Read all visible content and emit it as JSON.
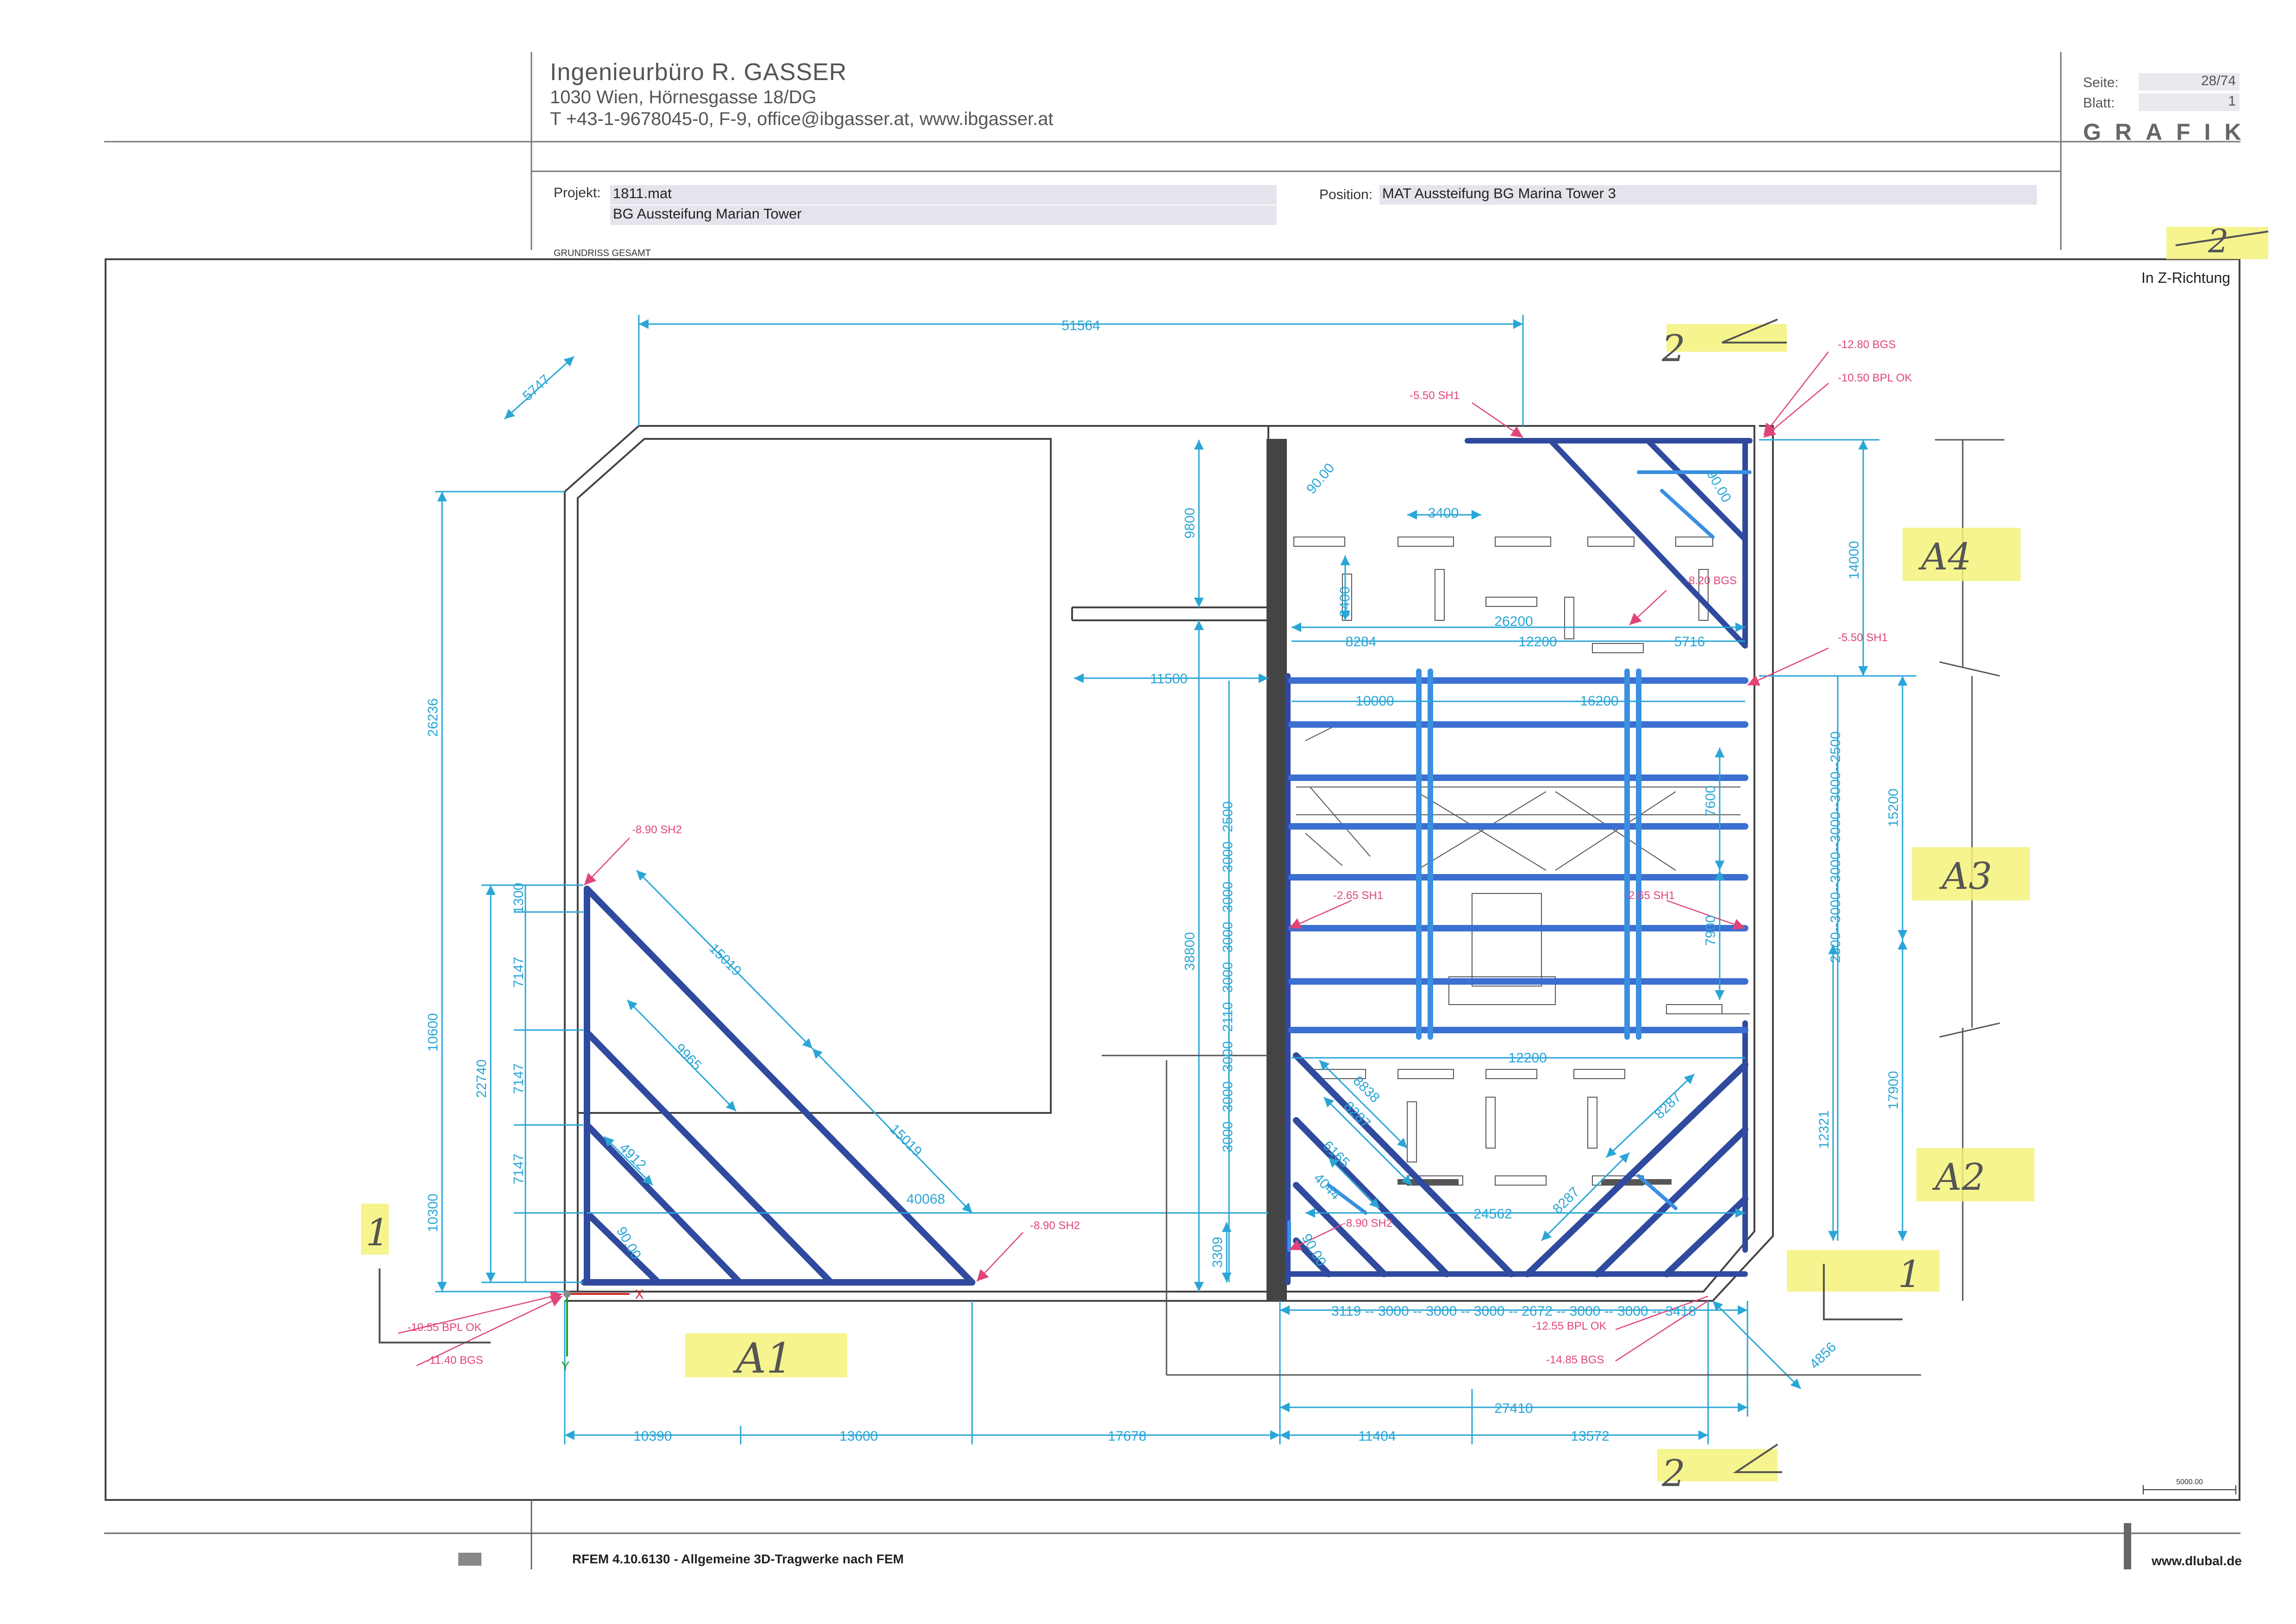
{
  "company": {
    "name": "Ingenieurbüro R. GASSER",
    "address": "1030 Wien, Hörnesgasse 18/DG",
    "contact": "T +43-1-9678045-0,  F-9,  office@ibgasser.at,  www.ibgasser.at"
  },
  "meta": {
    "seite_label": "Seite:",
    "seite_value": "28/74",
    "blatt_label": "Blatt:",
    "blatt_value": "1",
    "section": "GRAFIK"
  },
  "project": {
    "label": "Projekt:",
    "code": "1811.mat",
    "name": "BG Aussteifung Marian Tower",
    "position_label": "Position:",
    "position_value": "MAT Aussteifung BG Marina Tower 3"
  },
  "drawing": {
    "view_title": "GRUNDRISS GESAMT",
    "direction": "In Z-Richtung",
    "scale_label": "5000.00",
    "axis_x": "X",
    "axis_y": "Y",
    "dimensions": {
      "d51564": "51564",
      "d5747": "5747",
      "d26236": "26236",
      "d9800": "9800",
      "d3400a": "3400",
      "d3400b": "3400",
      "d26200": "26200",
      "d8284": "8284",
      "d12200a": "12200",
      "d5716": "5716",
      "d11500": "11500",
      "d10000": "10000",
      "d16200": "16200",
      "d14000": "14000",
      "d15200": "15200",
      "d17900": "17900",
      "d12321": "12321",
      "d38800": "38800",
      "d7600": "7600",
      "d7900": "7900",
      "d12200b": "12200",
      "d8838": "8838",
      "d8287a": "8287",
      "d8287b": "8287",
      "d8287c": "8287",
      "d6165": "6165",
      "d4044": "4044",
      "d24562": "24562",
      "d3309": "3309",
      "d1300": "1300",
      "d7147a": "7147",
      "d7147b": "7147",
      "d7147c": "7147",
      "d10600": "10600",
      "d22740": "22740",
      "d10300": "10300",
      "d15019a": "15019",
      "d15019b": "15019",
      "d9965": "9965",
      "d4912": "4912",
      "d40068": "40068",
      "d9000a": "90.00",
      "d9000b": "90.00",
      "d9000c": "90.00",
      "d9000d": "90.00",
      "d10390": "10390",
      "d13600": "13600",
      "d17678": "17678",
      "d11404": "11404",
      "d13572": "13572",
      "d27410": "27410",
      "d4856": "4856",
      "chainBottom": "3119 -- 3000 -- 3000 -- 3000 -- 2672 -- 3000 -- 3000 -- 3418",
      "chainLeft": "3000--3000--3000--2110--3000--3000--3000--3000--2500",
      "chainRight": "2500--3000--3000--3000--3000--2500"
    },
    "levels": {
      "l1": "-12.80 BGS",
      "l2": "-10.50 BPL OK",
      "l3": "-5.50 SH1",
      "l4": "-5.50 SH1",
      "l5": "-8.20 BGS",
      "l6": "-8.90 SH2",
      "l7": "-8.90 SH2",
      "l8": "-2.65 SH1",
      "l9": "-2.65 SH1",
      "l10": "-10.55 BPL OK",
      "l11": "-11.40 BGS",
      "l12": "-12.55 BPL OK",
      "l13": "-14.85 BGS",
      "l14": "-8.90 SH2"
    },
    "handwritten": {
      "a1": "A1",
      "a2": "A2",
      "a3": "A3",
      "a4": "A4",
      "n1a": "1",
      "n1b": "1",
      "n2a": "2",
      "n2b": "2",
      "n2c": "2"
    },
    "colors": {
      "steel": "#2f4a9e",
      "steelLight": "#3b8fe0",
      "dim": "#2aa6d6",
      "level": "#e0457a",
      "highlight": "#f3f27a"
    }
  },
  "footer": {
    "software": "RFEM 4.10.6130 - Allgemeine 3D-Tragwerke nach FEM",
    "website": "www.dlubal.de"
  }
}
